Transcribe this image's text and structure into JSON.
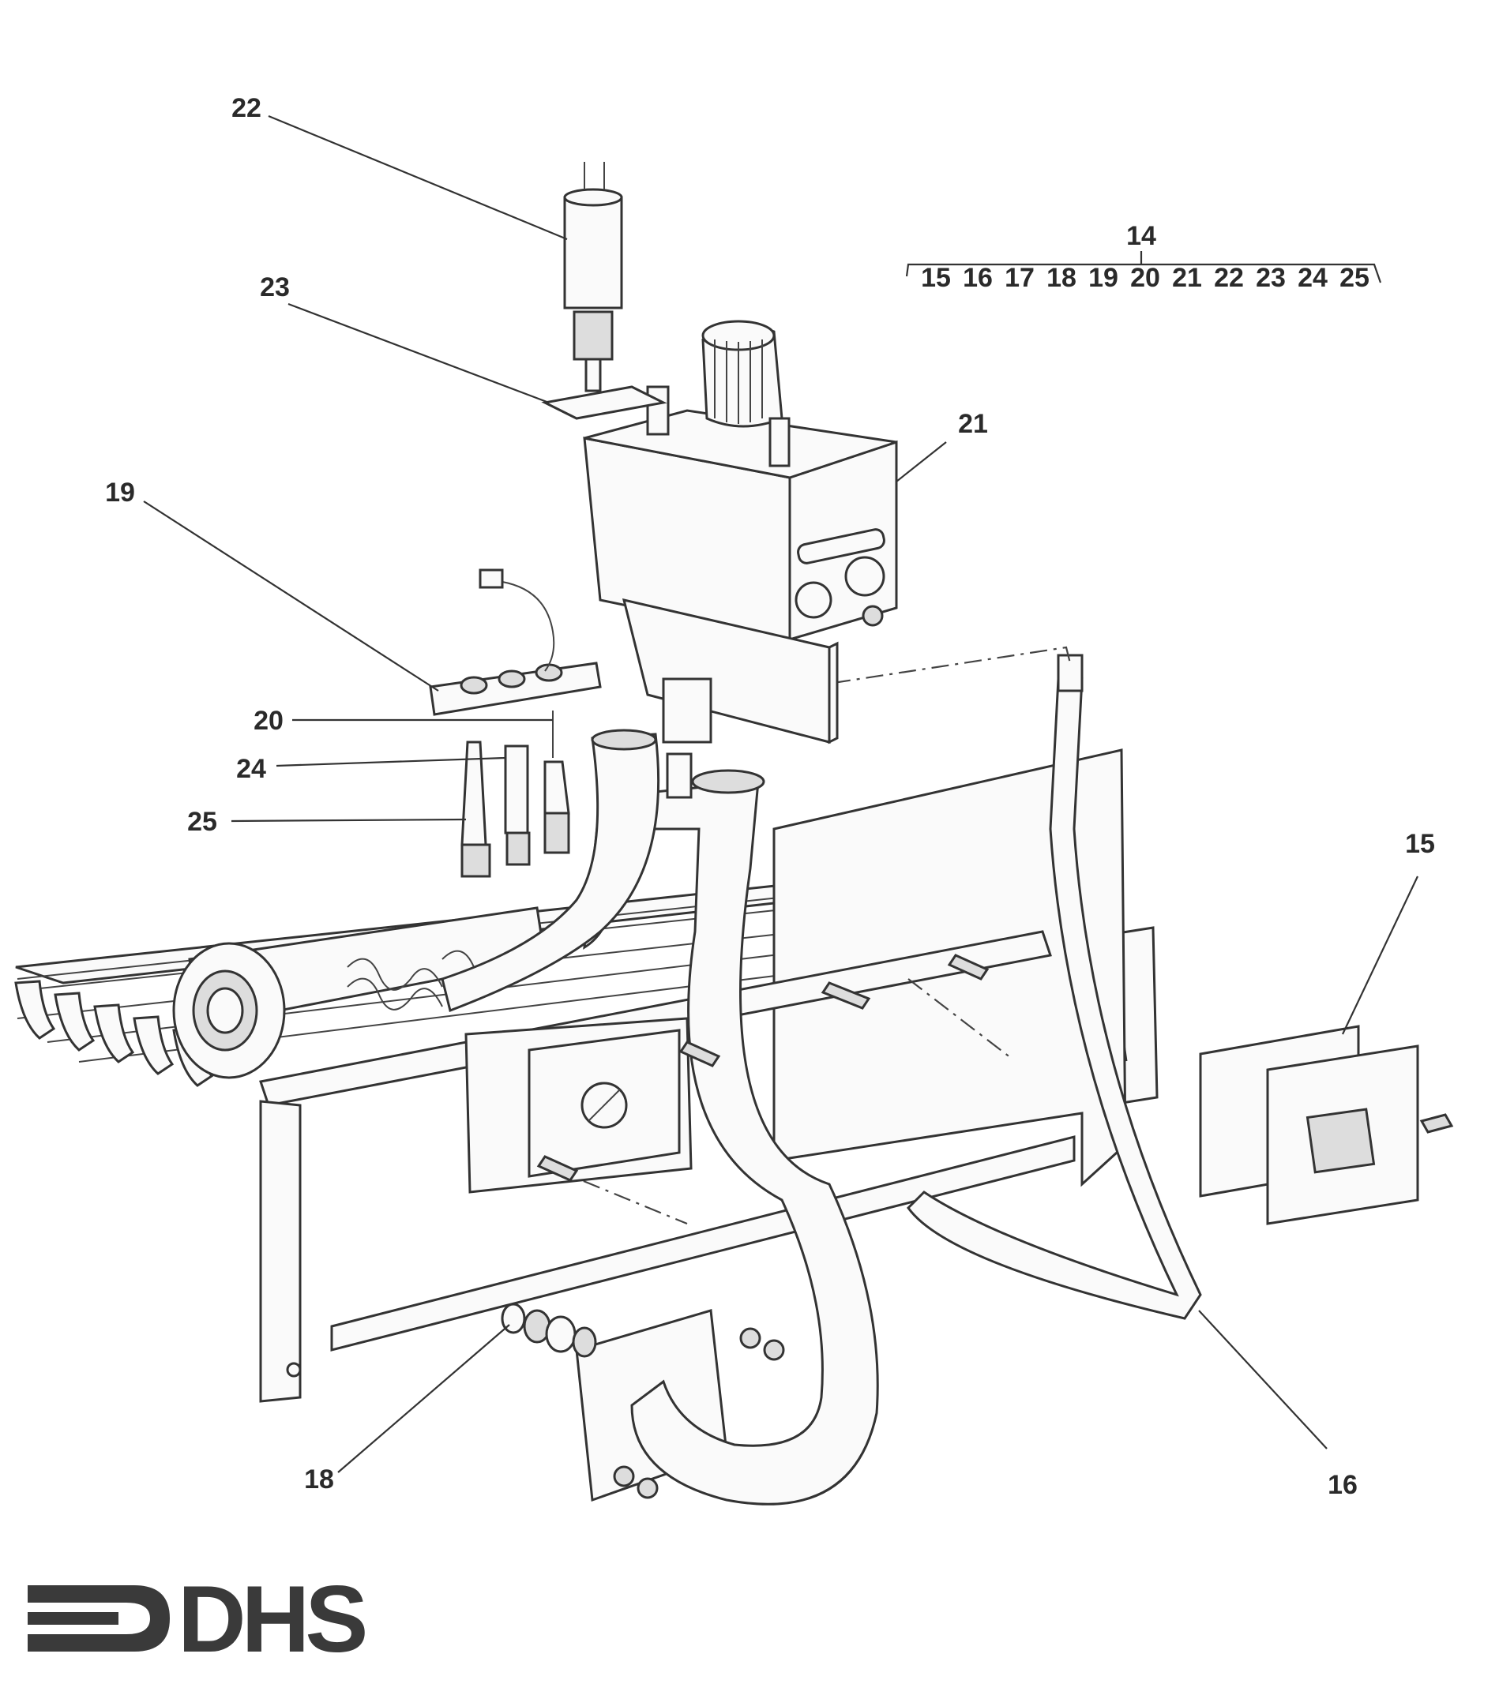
{
  "assembly": {
    "number": "14",
    "components": [
      "15",
      "16",
      "17",
      "18",
      "19",
      "20",
      "21",
      "22",
      "23",
      "24",
      "25"
    ]
  },
  "callouts": [
    {
      "id": "22",
      "text": "22"
    },
    {
      "id": "23",
      "text": "23"
    },
    {
      "id": "21",
      "text": "21"
    },
    {
      "id": "19",
      "text": "19"
    },
    {
      "id": "20",
      "text": "20"
    },
    {
      "id": "24",
      "text": "24"
    },
    {
      "id": "25",
      "text": "25"
    },
    {
      "id": "15",
      "text": "15"
    },
    {
      "id": "18",
      "text": "18"
    },
    {
      "id": "16",
      "text": "16"
    }
  ],
  "logo": {
    "text": "DHS"
  },
  "colors": {
    "ink": "#2a2a2a",
    "paper": "#ffffff"
  }
}
